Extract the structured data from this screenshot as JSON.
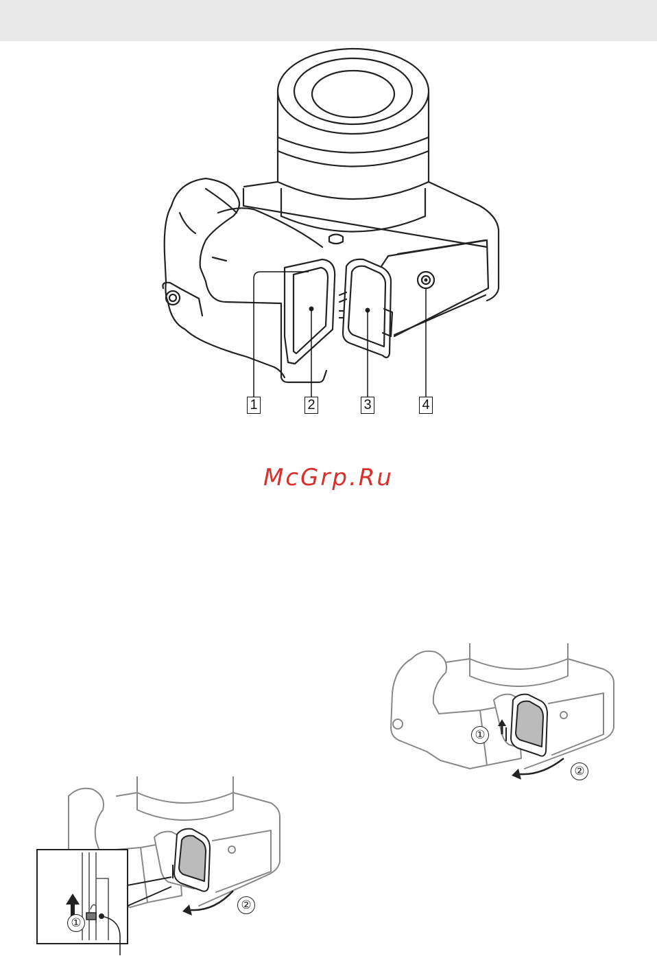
{
  "header": {
    "background": "#e8e8e8"
  },
  "main_figure": {
    "callouts": [
      {
        "label": "1"
      },
      {
        "label": "2"
      },
      {
        "label": "3"
      },
      {
        "label": "4"
      }
    ]
  },
  "watermark": {
    "text": "McGrp.Ru",
    "color": "#d9302b"
  },
  "figure_remove_cover": {
    "steps": [
      "①",
      "②"
    ]
  },
  "figure_release_lever": {
    "steps": [
      "①",
      "②"
    ]
  }
}
